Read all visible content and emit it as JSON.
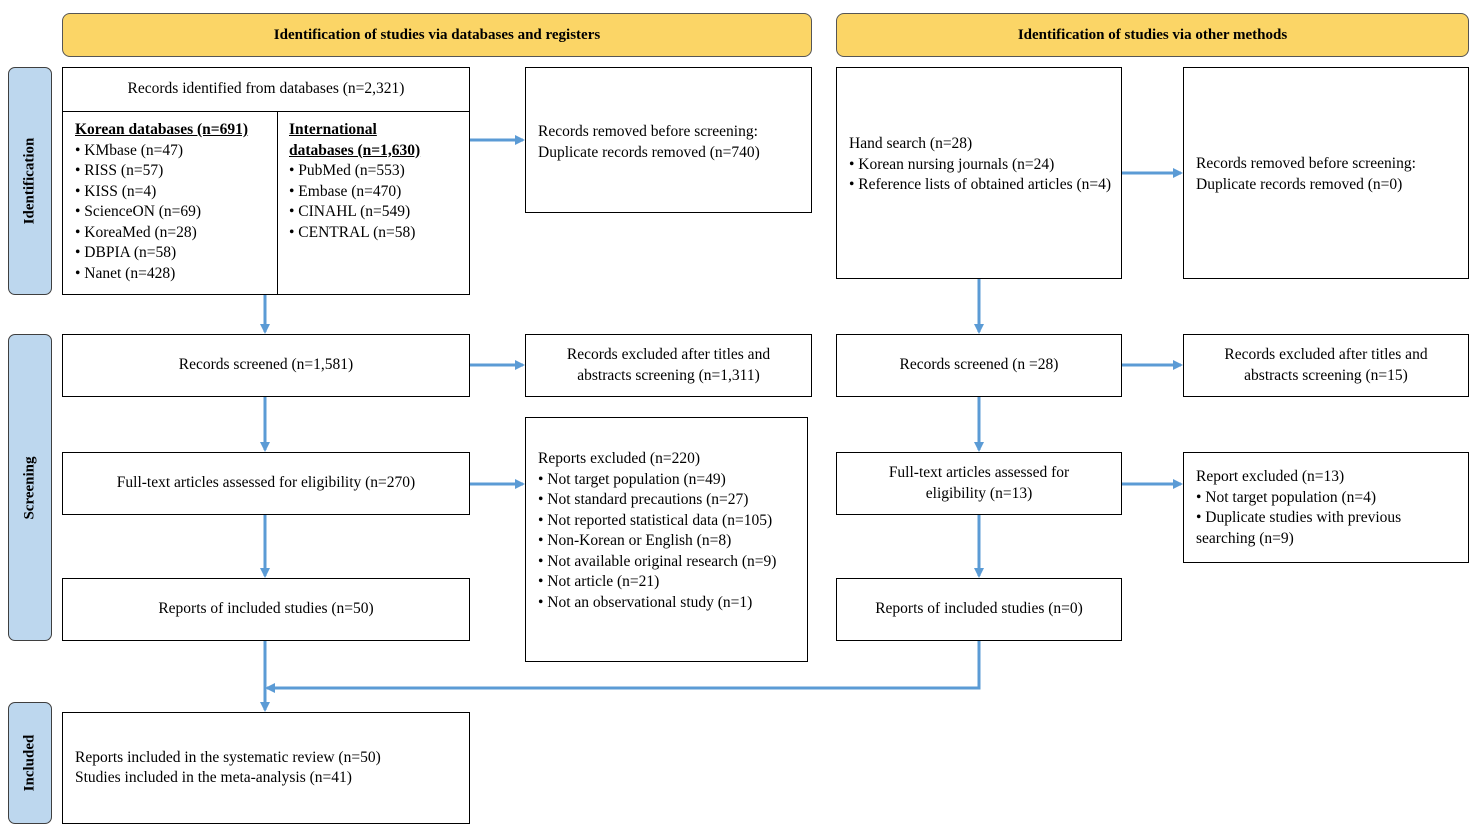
{
  "headers": {
    "databases": "Identification of studies via databases and registers",
    "other": "Identification of studies via other methods"
  },
  "phases": {
    "identification": "Identification",
    "screening": "Screening",
    "included": "Included"
  },
  "left": {
    "records_identified": "Records identified from databases (n=2,321)",
    "korean_title": "Korean databases (n=691)",
    "korean_items": [
      "• KMbase (n=47)",
      "• RISS (n=57)",
      "• KISS (n=4)",
      "• ScienceON (n=69)",
      "• KoreaMed (n=28)",
      "• DBPIA (n=58)",
      "• Nanet (n=428)"
    ],
    "intl_title_1": "International",
    "intl_title_2": "databases (n=1,630)",
    "intl_items": [
      "• PubMed (n=553)",
      "• Embase (n=470)",
      "• CINAHL (n=549)",
      "• CENTRAL (n=58)"
    ],
    "removed_1": "Records removed before screening:",
    "removed_2": "Duplicate records removed (n=740)",
    "screened": "Records screened (n=1,581)",
    "excluded_titles": "Records excluded after titles and abstracts screening (n=1,311)",
    "fulltext": "Full-text articles assessed for eligibility (n=270)",
    "reports_excluded_title": "Reports excluded (n=220)",
    "reports_excluded_items": [
      "• Not target population (n=49)",
      "• Not standard precautions (n=27)",
      "• Not reported statistical data (n=105)",
      "• Non-Korean or English (n=8)",
      "• Not available original research (n=9)",
      "• Not article (n=21)",
      "• Not an observational study (n=1)"
    ],
    "included_studies": "Reports of included studies (n=50)"
  },
  "right": {
    "hand_search": "Hand search (n=28)",
    "hand_items": [
      "• Korean nursing journals (n=24)",
      "• Reference lists of obtained articles (n=4)"
    ],
    "removed_1": "Records removed before screening:",
    "removed_2": "Duplicate records removed (n=0)",
    "screened": "Records screened (n =28)",
    "excluded_titles": "Records excluded after titles and abstracts screening (n=15)",
    "fulltext": "Full-text articles assessed for eligibility (n=13)",
    "report_excluded_title": "Report excluded (n=13)",
    "report_excluded_items": [
      "• Not target population (n=4)",
      "• Duplicate studies with previous searching (n=9)"
    ],
    "included_studies": "Reports of included studies (n=0)"
  },
  "final": {
    "line_1": "Reports included in the systematic review (n=50)",
    "line_2": "Studies included in the meta-analysis (n=41)"
  },
  "colors": {
    "header_fill": "#fbd566",
    "phase_fill": "#bdd7ee",
    "arrow": "#5b9bd5"
  }
}
